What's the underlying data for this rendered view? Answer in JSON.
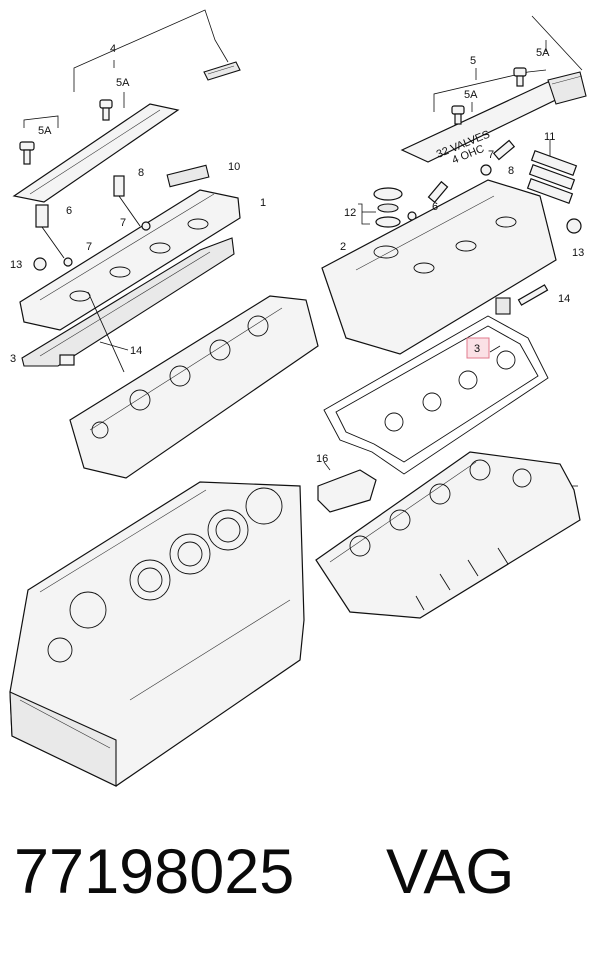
{
  "diagram": {
    "callouts": {
      "c1": "1",
      "c2": "2",
      "c3_left": "3",
      "c3_right": "3",
      "c4": "4",
      "c5": "5",
      "c5a_1": "5A",
      "c5a_2": "5A",
      "c5a_3": "5A",
      "c5a_4": "5A",
      "c6_left": "6",
      "c6_right": "6",
      "c7_left_1": "7",
      "c7_left_2": "7",
      "c7_right": "7",
      "c8_left": "8",
      "c8_right": "8",
      "c10": "10",
      "c11": "11",
      "c12": "12",
      "c13_left": "13",
      "c13_right": "13",
      "c14_left": "14",
      "c14_right": "14",
      "c16": "16"
    },
    "cover_text_line1": "32 VALVES",
    "cover_text_line2": "4 OHC",
    "highlight_color": "#e07a8c"
  },
  "caption": {
    "part_number": "77198025",
    "brand": "VAG"
  }
}
